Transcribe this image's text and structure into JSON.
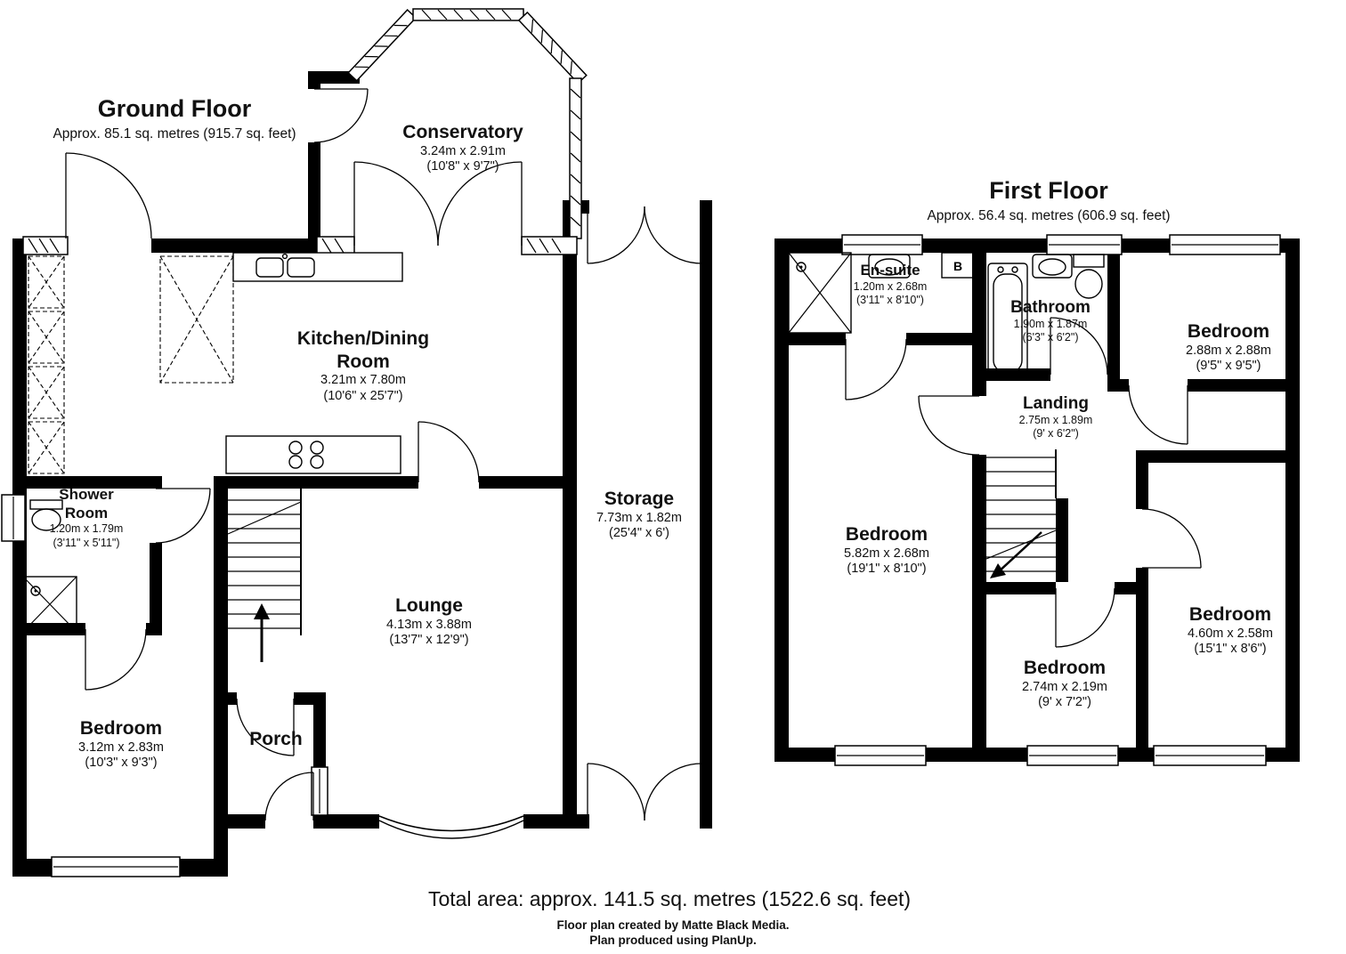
{
  "ground_floor": {
    "title": "Ground Floor",
    "subtitle": "Approx. 85.1 sq. metres (915.7 sq. feet)",
    "rooms": {
      "conservatory": {
        "name": "Conservatory",
        "metric": "3.24m x 2.91m",
        "imperial": "(10'8\" x 9'7\")"
      },
      "kitchen": {
        "name": "Kitchen/Dining Room",
        "metric": "3.21m x 7.80m",
        "imperial": "(10'6\" x 25'7\")"
      },
      "shower_room": {
        "name": "Shower Room",
        "metric": "1.20m x 1.79m",
        "imperial": "(3'11\" x 5'11\")"
      },
      "storage": {
        "name": "Storage",
        "metric": "7.73m x 1.82m",
        "imperial": "(25'4\" x 6')"
      },
      "lounge": {
        "name": "Lounge",
        "metric": "4.13m x 3.88m",
        "imperial": "(13'7\" x 12'9\")"
      },
      "bedroom": {
        "name": "Bedroom",
        "metric": "3.12m x 2.83m",
        "imperial": "(10'3\" x 9'3\")"
      },
      "porch": {
        "name": "Porch"
      }
    }
  },
  "first_floor": {
    "title": "First Floor",
    "subtitle": "Approx. 56.4 sq. metres (606.9 sq. feet)",
    "boiler_label": "B",
    "rooms": {
      "ensuite": {
        "name": "En-suite",
        "metric": "1.20m x 2.68m",
        "imperial": "(3'11\" x 8'10\")"
      },
      "bathroom": {
        "name": "Bathroom",
        "metric": "1.90m x 1.87m",
        "imperial": "(6'3\" x 6'2\")"
      },
      "bedroom_top_right": {
        "name": "Bedroom",
        "metric": "2.88m x 2.88m",
        "imperial": "(9'5\" x 9'5\")"
      },
      "landing": {
        "name": "Landing",
        "metric": "2.75m x 1.89m",
        "imperial": "(9' x 6'2\")"
      },
      "bedroom_left": {
        "name": "Bedroom",
        "metric": "5.82m x 2.68m",
        "imperial": "(19'1\" x 8'10\")"
      },
      "bedroom_bottom": {
        "name": "Bedroom",
        "metric": "2.74m x 2.19m",
        "imperial": "(9' x 7'2\")"
      },
      "bedroom_right": {
        "name": "Bedroom",
        "metric": "4.60m x 2.58m",
        "imperial": "(15'1\" x 8'6\")"
      }
    }
  },
  "footer": {
    "total_area": "Total area: approx. 141.5 sq. metres (1522.6 sq. feet)",
    "credit_line1": "Floor plan created by Matte Black Media.",
    "credit_line2": "Plan produced using PlanUp."
  }
}
